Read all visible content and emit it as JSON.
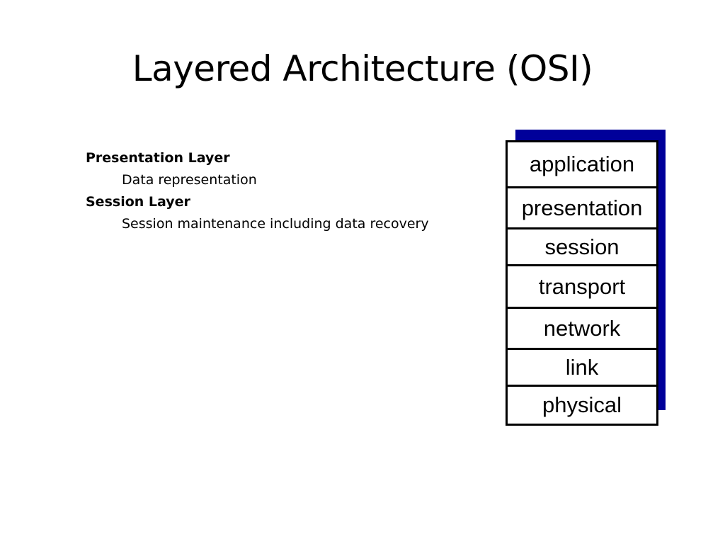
{
  "slide": {
    "title": "Layered Architecture (OSI)",
    "body": [
      {
        "heading": "Presentation Layer",
        "desc": "Data representation"
      },
      {
        "heading": "Session Layer",
        "desc": "Session maintenance including data recovery"
      }
    ]
  },
  "stack": {
    "shadow_color": "#00009a",
    "layers": [
      "application",
      "presentation",
      "session",
      "transport",
      "network",
      "link",
      "physical"
    ]
  }
}
